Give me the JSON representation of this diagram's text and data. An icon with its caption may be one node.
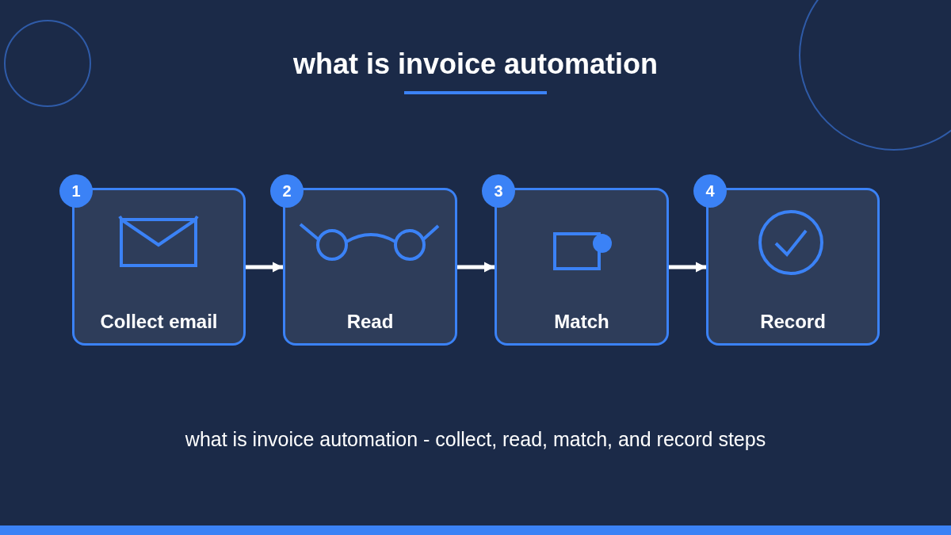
{
  "diagram": {
    "title": "what is invoice automation",
    "caption": "what is invoice automation - collect, read, match, and record steps",
    "nodes": [
      {
        "text": [
          "1"
        ]
      },
      {
        "text": [
          "Collect email"
        ]
      },
      {
        "text": [
          "2"
        ]
      },
      {
        "text": [
          "Read"
        ]
      },
      {
        "text": [
          "3"
        ]
      },
      {
        "text": [
          "Match"
        ]
      },
      {
        "text": [
          "4"
        ]
      },
      {
        "text": [
          "Record"
        ]
      }
    ],
    "edges": [
      {
        "from": 1,
        "to": 3,
        "arrow": "to"
      },
      {
        "from": 3,
        "to": 5,
        "arrow": "to"
      },
      {
        "from": 5,
        "to": 7,
        "arrow": "to"
      }
    ]
  }
}
